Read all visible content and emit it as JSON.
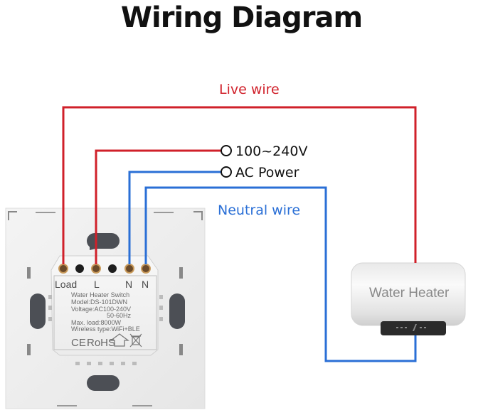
{
  "title": "Wiring Diagram",
  "labels": {
    "live_wire": "Live wire",
    "neutral_wire": "Neutral wire",
    "power_voltage": "100~240V",
    "power_type": "AC Power"
  },
  "switch": {
    "terminals": [
      "Load",
      "L",
      "N",
      "N"
    ],
    "spec_lines": [
      "Water Heater Switch",
      "Model:DS-101DWN",
      "Voltage:AC100-240V",
      "50-60Hz",
      "Max. load:8000W",
      "Wireless type:WiFi+BLE"
    ],
    "certifications": [
      "CE",
      "RoHS",
      "house-icon",
      "weee-bin-icon"
    ]
  },
  "heater": {
    "label": "Water Heater"
  },
  "colors": {
    "live": "#d0202a",
    "neutral": "#2a6fd6",
    "text": "#111111"
  }
}
